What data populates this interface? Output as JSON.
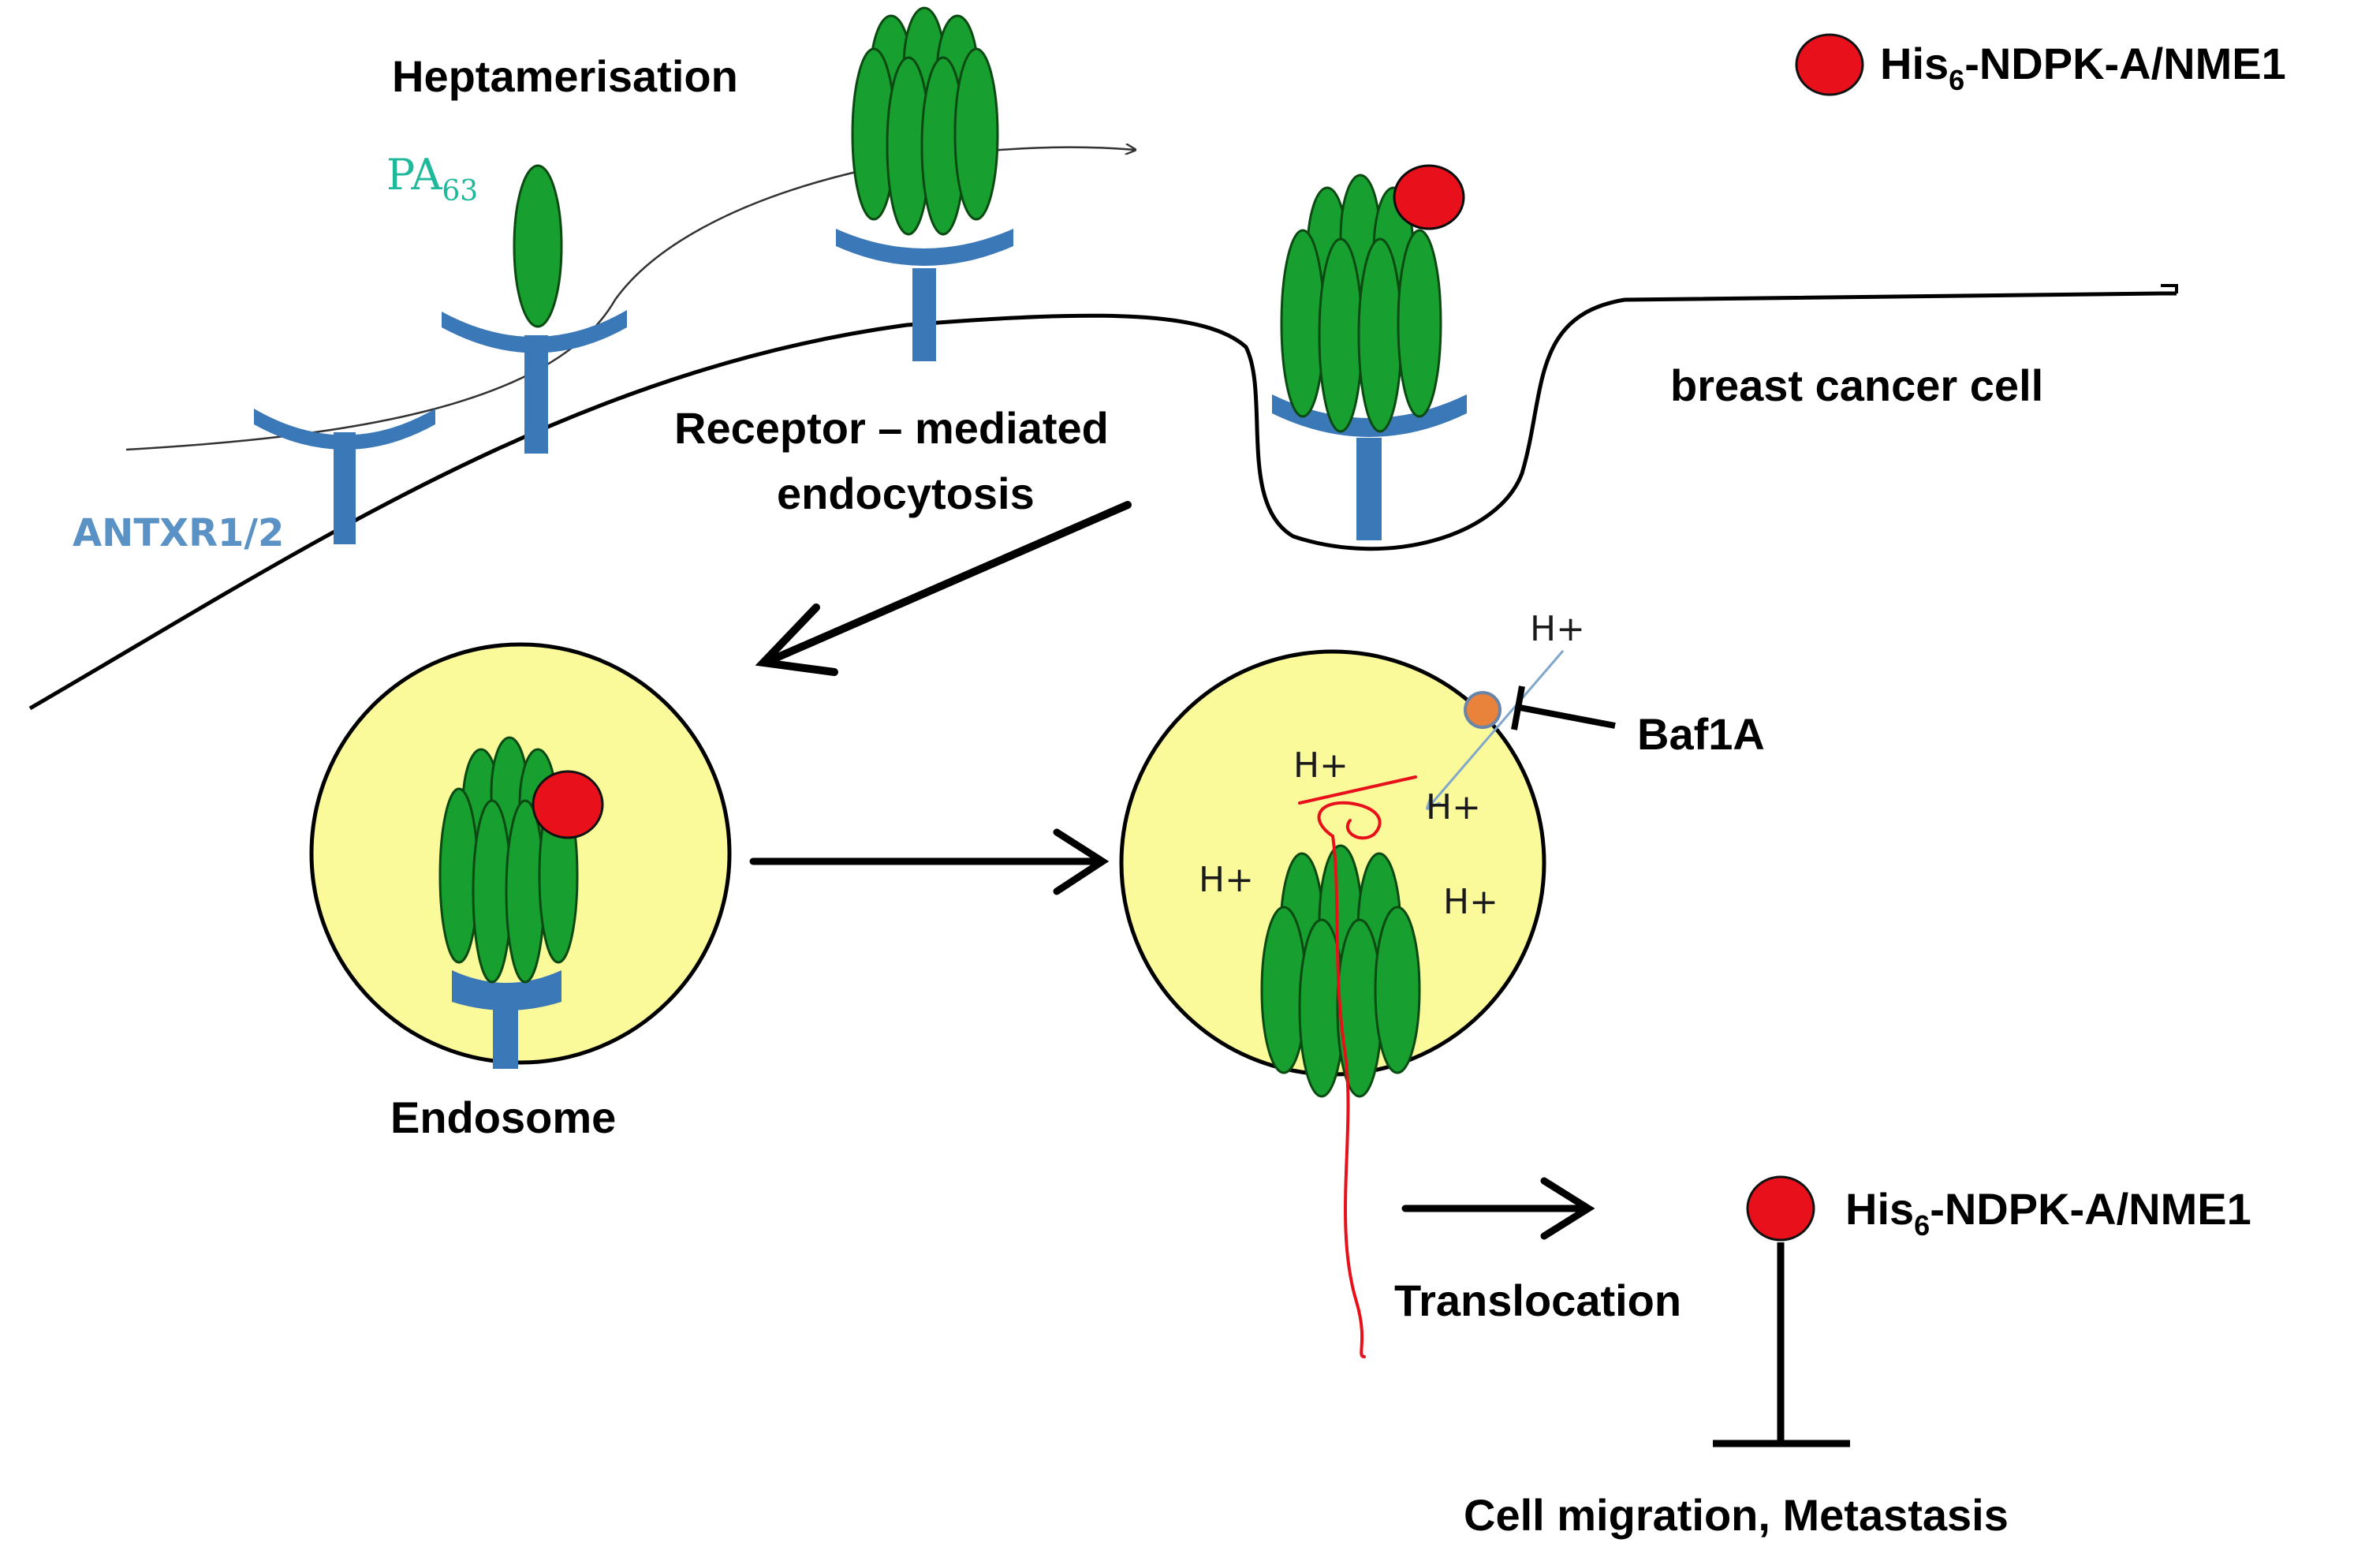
{
  "colors": {
    "pa_green": "#17A030",
    "pa_outline": "#0B4A12",
    "receptor_blue": "#3A78B8",
    "ndpk_red": "#E8111B",
    "endosome_yellow": "#FBFA9A",
    "pump_orange": "#E9823A",
    "pa63_label": "#1FB89A",
    "antxr_label": "#5A92C6"
  },
  "icons": {
    "heptamer": "green-heptamer-prepore",
    "receptor": "blue-t-shaped-receptor",
    "ndpk": "red-oval-protein",
    "pump": "orange-v-atpase-pump",
    "inhibition": "t-bar-inhibition"
  },
  "legend": {
    "main": "His",
    "subscript": "6",
    "suffix": "-NDPK-A/NME1"
  },
  "labels": {
    "heptamerisation": "Heptamerisation",
    "pa63_main": "PA",
    "pa63_sub": "63",
    "antxr": "ANTXR1/2",
    "receptor_line1": "Receptor – mediated",
    "receptor_line2": "endocytosis",
    "breast_cancer_cell": "breast cancer cell",
    "endosome": "Endosome",
    "baf1a": "Baf1A",
    "proton": "H+",
    "translocation": "Translocation",
    "product_main": "His",
    "product_sub": "6",
    "product_suffix": "-NDPK-A/NME1",
    "outcome": "Cell migration, Metastasis"
  }
}
